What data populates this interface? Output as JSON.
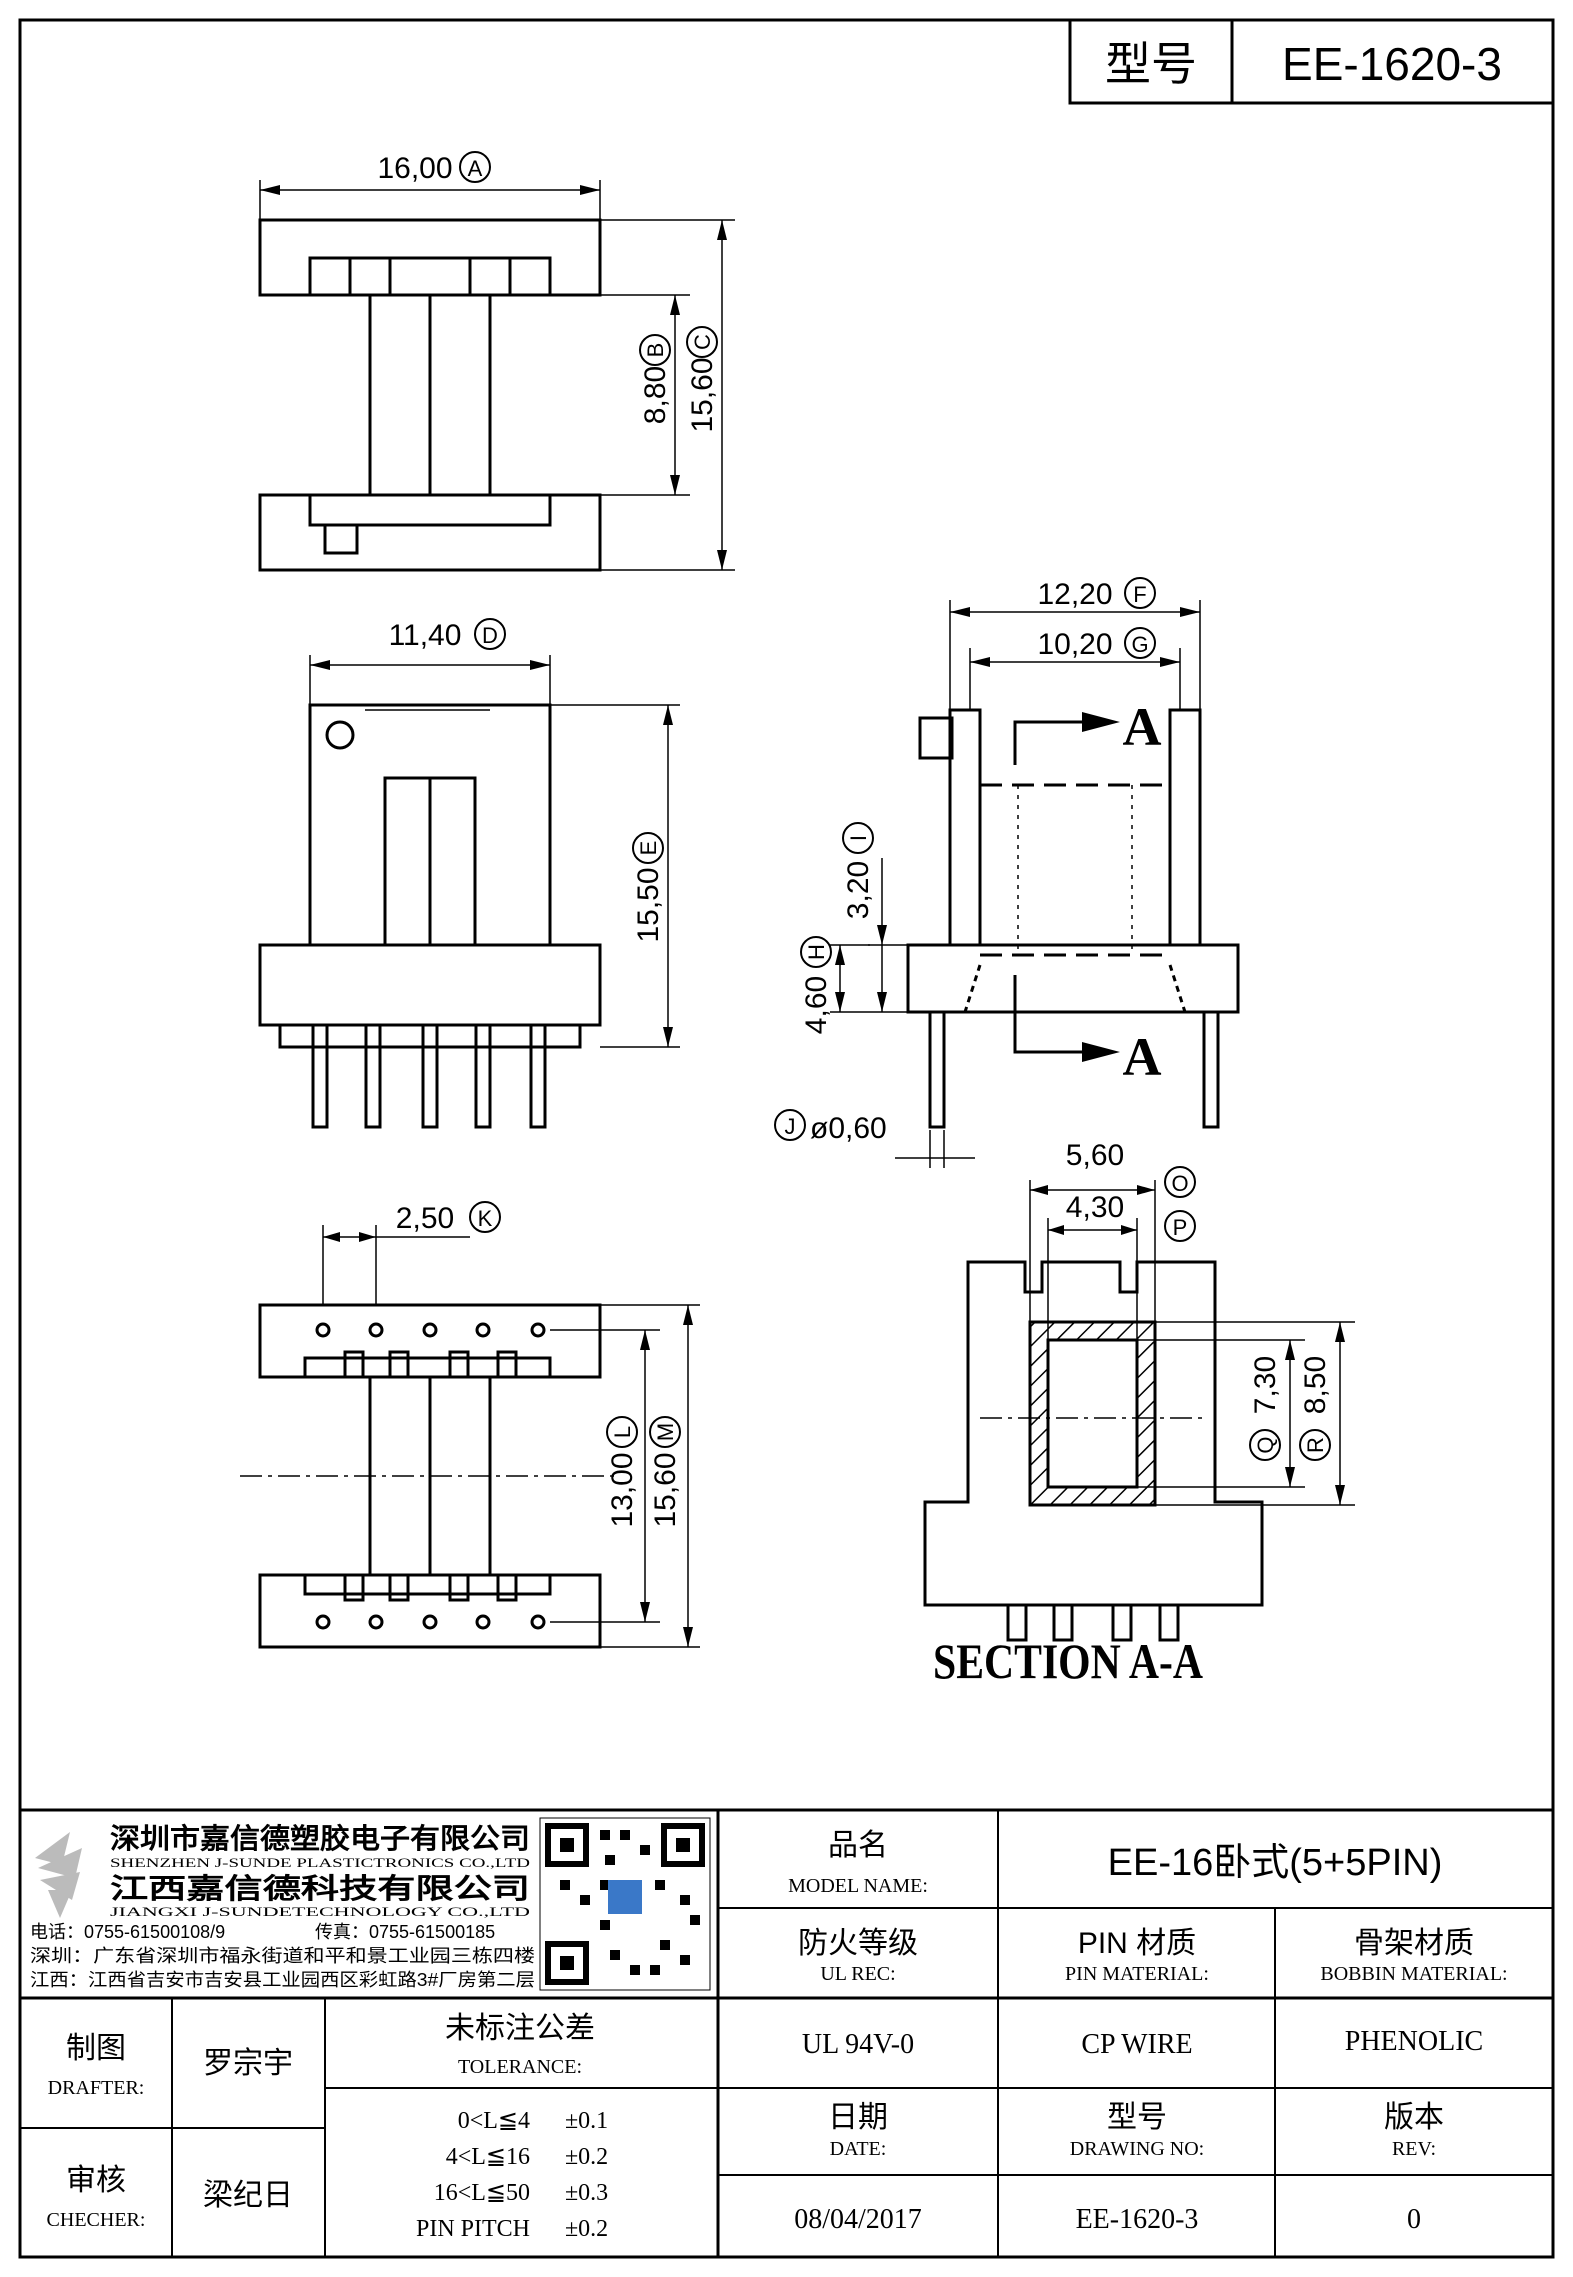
{
  "header": {
    "label": "型号",
    "value": "EE-1620-3"
  },
  "dims": {
    "width_a": "16,00",
    "height_b": "8,80",
    "height_c": "15,60",
    "width_d": "11,40",
    "height_e": "15,50",
    "width_f": "12,20",
    "width_g": "10,20",
    "height_i": "3,20",
    "height_h": "4,60",
    "pin_diameter_j": "ø0,60",
    "pitch_k": "2,50",
    "height_l": "13,00",
    "height_m": "15,60",
    "width_o": "5,60",
    "width_p": "4,30",
    "height_q": "7,30",
    "height_r": "8,50"
  },
  "markers": {
    "a": "A",
    "b": "B",
    "c": "C",
    "d": "D",
    "e": "E",
    "f": "F",
    "g": "G",
    "h": "H",
    "i": "I",
    "j": "J",
    "k": "K",
    "l": "L",
    "m": "M",
    "o": "O",
    "p": "P",
    "q": "Q",
    "r": "R"
  },
  "section": {
    "letter": "A",
    "title": "SECTION A-A"
  },
  "company": {
    "name_cn_1": "深圳市嘉信德塑胶电子有限公司",
    "name_en_1": "SHENZHEN J-SUNDE PLASTICTRONICS CO.,LTD",
    "name_cn_2": "江西嘉信德科技有限公司",
    "name_en_2": "JIANGXI J-SUNDETECHNOLOGY CO.,LTD",
    "phone": "电话：0755-61500108/9",
    "fax": "传真：0755-61500185",
    "addr_sz": "深圳：广东省深圳市福永街道和平和景工业园三栋四楼",
    "addr_jx": "江西：江西省吉安市吉安县工业园西区彩虹路3#厂房第二层"
  },
  "titleblock": {
    "model_name_cn": "品名",
    "model_name_en": "MODEL NAME:",
    "model_name_value": "EE-16卧式(5+5PIN)",
    "ul_cn": "防火等级",
    "ul_en": "UL REC:",
    "pin_mat_cn": "PIN 材质",
    "pin_mat_en": "PIN MATERIAL:",
    "bobbin_mat_cn": "骨架材质",
    "bobbin_mat_en": "BOBBIN MATERIAL:",
    "ul_value": "UL 94V-0",
    "pin_mat_value": "CP WIRE",
    "bobbin_mat_value": "PHENOLIC",
    "date_cn": "日期",
    "date_en": "DATE:",
    "drawing_no_cn": "型号",
    "drawing_no_en": "DRAWING NO:",
    "rev_cn": "版本",
    "rev_en": "REV:",
    "date_value": "08/04/2017",
    "drawing_no_value": "EE-1620-3",
    "rev_value": "0",
    "drafter_cn": "制图",
    "drafter_en": "DRAFTER:",
    "drafter_name": "罗宗宇",
    "checker_cn": "审核",
    "checker_en": "CHECHER:",
    "checker_name": "梁纪日",
    "tolerance_cn": "未标注公差",
    "tolerance_en": "TOLERANCE:",
    "tolerance_rows": [
      {
        "range": "0<L≦4",
        "value": "±0.1"
      },
      {
        "range": "4<L≦16",
        "value": "±0.2"
      },
      {
        "range": "16<L≦50",
        "value": "±0.3"
      },
      {
        "range": "PIN PITCH",
        "value": "±0.2"
      }
    ]
  }
}
